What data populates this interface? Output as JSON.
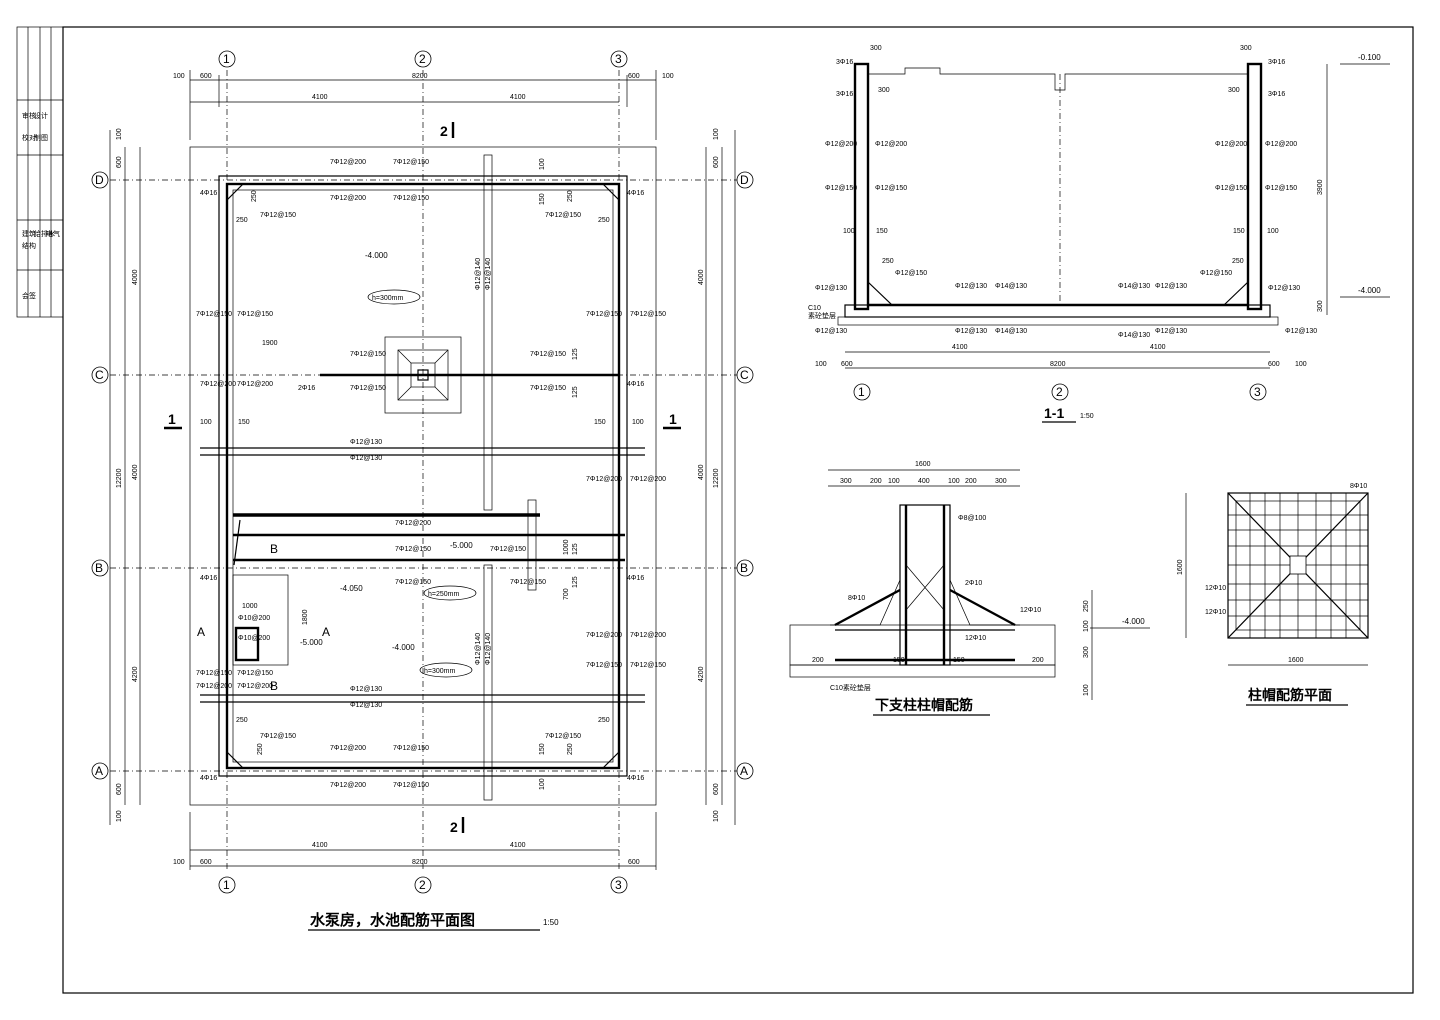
{
  "title_block": {
    "col1": [
      "审核",
      "校对"
    ],
    "col2": [
      "设计",
      "制图"
    ],
    "col3": [
      "建筑",
      "结构",
      "给排水",
      "电气"
    ],
    "col4": [
      "建筑",
      "结构",
      "给排水",
      "电气"
    ],
    "bottom": "会签"
  },
  "plan": {
    "title": "水泵房，水池配筋平面图",
    "scale": "1:50",
    "axes_x": [
      "1",
      "2",
      "3"
    ],
    "axes_y": [
      "D",
      "C",
      "B",
      "A"
    ],
    "dims_top": [
      "100",
      "600",
      "8200",
      "600",
      "100"
    ],
    "dims_half": [
      "4100",
      "4100"
    ],
    "dims_left": [
      "100",
      "600",
      "4000",
      "4000",
      "4200",
      "600",
      "100"
    ],
    "dims_total": "12200",
    "levels": [
      "-4.000",
      "-4.050",
      "-5.000",
      "-4.000",
      "-5.000"
    ],
    "slab_notes": [
      "h=300mm",
      "h=250mm",
      "h=300mm"
    ],
    "rebar": [
      "7Φ12@200",
      "7Φ12@150",
      "Φ12@200",
      "Φ12@150",
      "Φ12@140",
      "Φ12@130",
      "4Φ16",
      "2Φ16",
      "Φ10@200"
    ],
    "section_marks": [
      "1",
      "1",
      "2",
      "2",
      "A",
      "A",
      "B",
      "B"
    ],
    "small_dims": [
      "250",
      "150",
      "100",
      "1900",
      "125",
      "1000",
      "1800",
      "700"
    ]
  },
  "section11": {
    "title": "1-1",
    "scale": "1:50",
    "dims_bottom": [
      "100",
      "600",
      "4100",
      "8200",
      "4100",
      "600",
      "100"
    ],
    "dims_top": [
      "300",
      "300",
      "300",
      "300"
    ],
    "height": "3900",
    "levels": [
      "-0.100",
      "-4.000"
    ],
    "rebar": [
      "3Φ16",
      "Φ12@200",
      "Φ12@150",
      "Φ12@130",
      "Φ14@130",
      "Φ12@150"
    ],
    "notes": [
      "C10",
      "素砼垫层"
    ],
    "small_dims": [
      "100",
      "150",
      "250",
      "300"
    ]
  },
  "column_cap": {
    "title": "下支柱柱帽配筋",
    "dims": [
      "1600",
      "300",
      "200",
      "100",
      "400",
      "100",
      "200",
      "300"
    ],
    "rebar": [
      "Φ8@100",
      "8Φ10",
      "2Φ10",
      "12Φ10"
    ],
    "level": "-4.000",
    "dims_right": [
      "250",
      "100",
      "300",
      "100"
    ],
    "bottom_dims": [
      "200",
      "150",
      "150",
      "200"
    ],
    "note": "C10素砼垫层"
  },
  "cap_plan": {
    "title": "柱帽配筋平面",
    "dims": [
      "1600",
      "1600"
    ],
    "rebar": [
      "8Φ10",
      "12Φ10",
      "12Φ10"
    ]
  }
}
